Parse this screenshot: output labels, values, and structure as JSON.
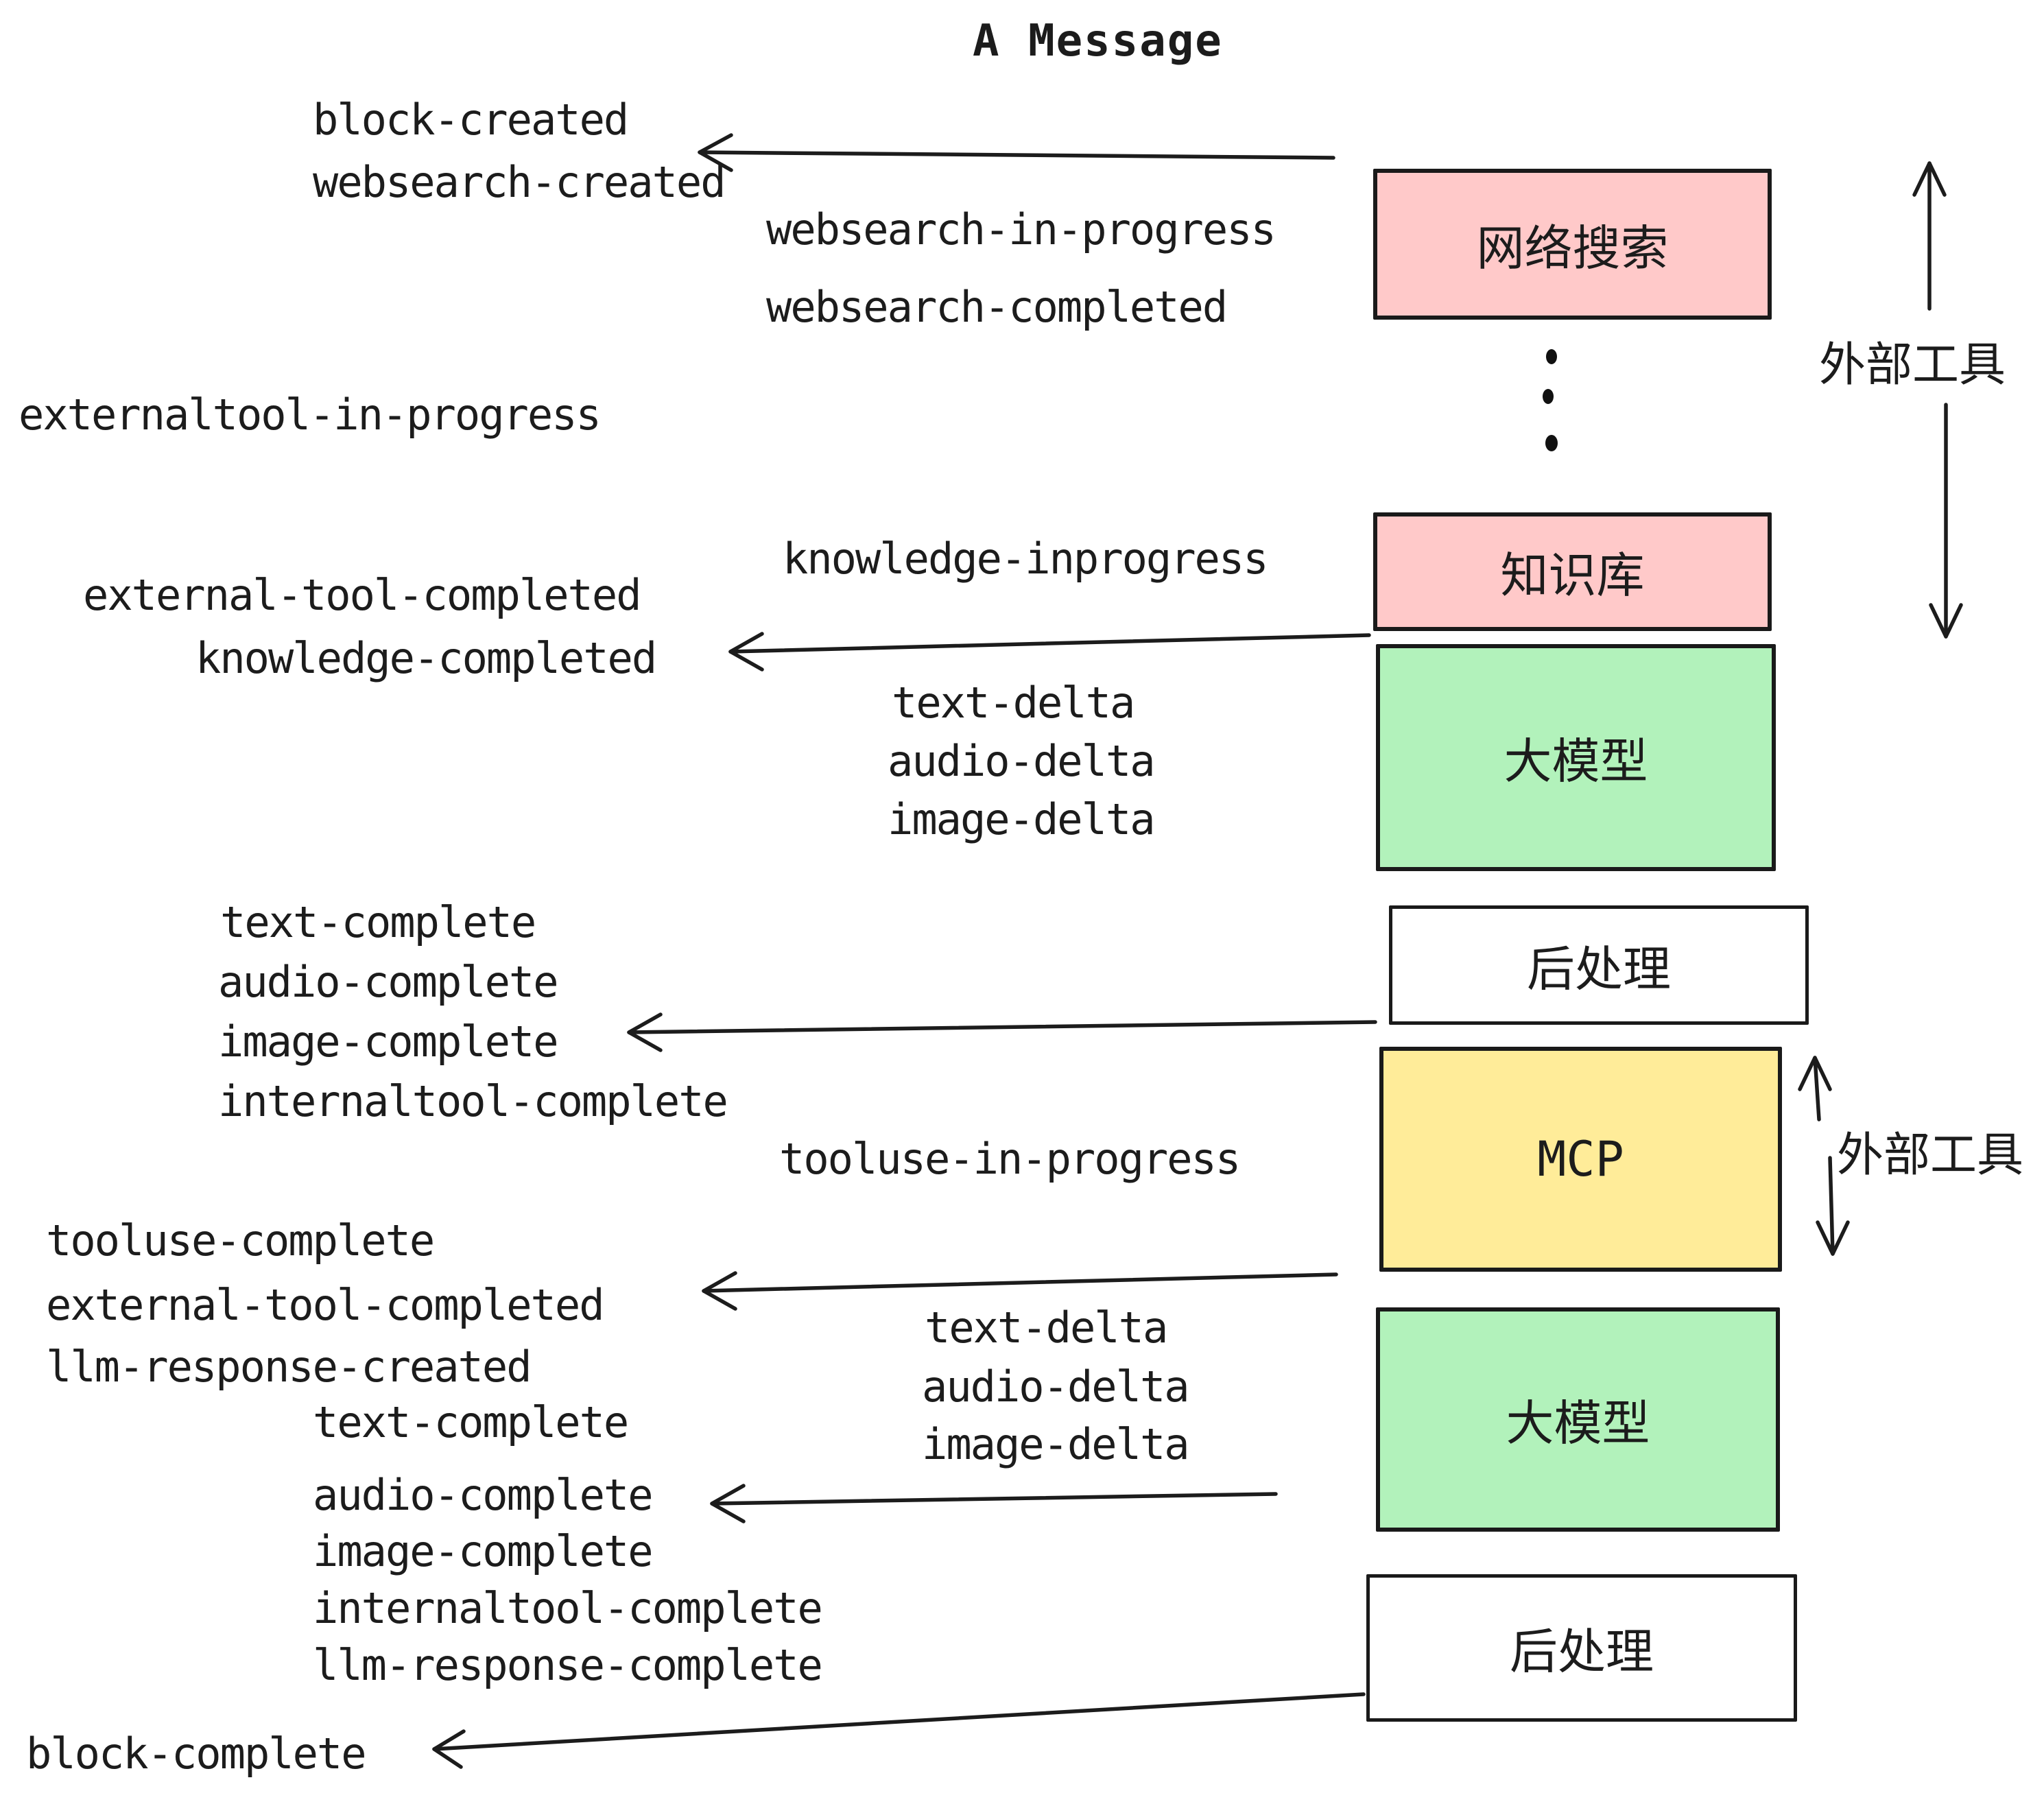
{
  "title": "A Message",
  "colors": {
    "external_tool_box": "#ffc9c9",
    "llm_box": "#b2f2bb",
    "mcp_box": "#ffec99",
    "post_process_box": "#ffffff",
    "stroke": "#1a1a1a",
    "background": "#ffffff"
  },
  "boxes": [
    {
      "id": "websearch",
      "label": "网络搜索",
      "color": "#ffc9c9"
    },
    {
      "id": "knowledge",
      "label": "知识库",
      "color": "#ffc9c9"
    },
    {
      "id": "llm-1",
      "label": "大模型",
      "color": "#b2f2bb"
    },
    {
      "id": "post-1",
      "label": "后处理",
      "color": "#ffffff"
    },
    {
      "id": "mcp",
      "label": "MCP",
      "color": "#ffec99"
    },
    {
      "id": "llm-2",
      "label": "大模型",
      "color": "#b2f2bb"
    },
    {
      "id": "post-2",
      "label": "后处理",
      "color": "#ffffff"
    }
  ],
  "side_labels": [
    {
      "text": "外部工具"
    },
    {
      "text": "外部工具"
    }
  ],
  "events": [
    {
      "text": "block-created"
    },
    {
      "text": "websearch-created"
    },
    {
      "text": "websearch-in-progress"
    },
    {
      "text": "websearch-completed"
    },
    {
      "text": "externaltool-in-progress"
    },
    {
      "text": "knowledge-inprogress"
    },
    {
      "text": "external-tool-completed"
    },
    {
      "text": "knowledge-completed"
    },
    {
      "text": "text-delta"
    },
    {
      "text": "audio-delta"
    },
    {
      "text": "image-delta"
    },
    {
      "text": "text-complete"
    },
    {
      "text": "audio-complete"
    },
    {
      "text": "image-complete"
    },
    {
      "text": "internaltool-complete"
    },
    {
      "text": "tooluse-in-progress"
    },
    {
      "text": "tooluse-complete"
    },
    {
      "text": "external-tool-completed"
    },
    {
      "text": "llm-response-created"
    },
    {
      "text": "text-delta"
    },
    {
      "text": "audio-delta"
    },
    {
      "text": "image-delta"
    },
    {
      "text": "text-complete"
    },
    {
      "text": "audio-complete"
    },
    {
      "text": "image-complete"
    },
    {
      "text": "internaltool-complete"
    },
    {
      "text": "llm-response-complete"
    },
    {
      "text": "block-complete"
    }
  ]
}
